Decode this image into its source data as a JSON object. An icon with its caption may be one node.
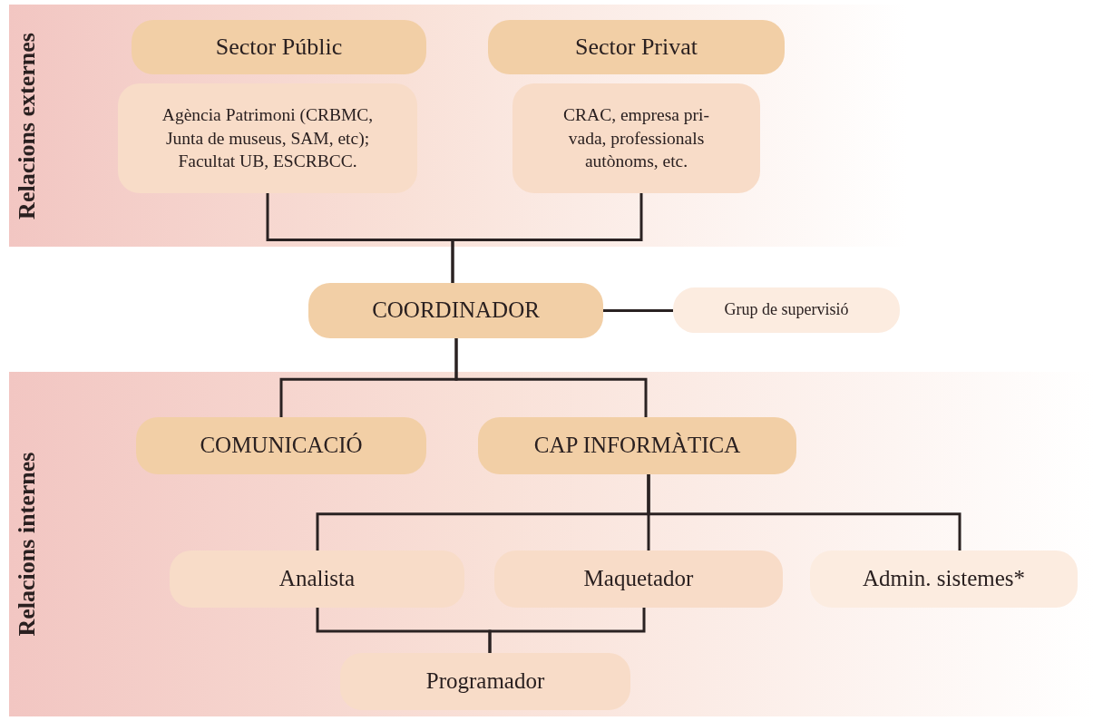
{
  "diagram": {
    "nodes": [
      {
        "text": [
          "Relacions externes"
        ]
      },
      {
        "text": [
          "Sector Públic"
        ],
        "in": 0
      },
      {
        "text": [
          "Agència Patrimoni (CRBMC, Junta de museus, SAM, etc); Facultat UB, ESCRBCC."
        ],
        "in": 0
      },
      {
        "text": [
          "Sector Privat"
        ],
        "in": 0
      },
      {
        "text": [
          "CRAC, empresa pri- vada, professionals autònoms, etc."
        ],
        "in": 0
      },
      {
        "text": [
          "COORDINADOR"
        ]
      },
      {
        "text": [
          "Grup de supervisió"
        ]
      },
      {
        "text": [
          "Relacions internes"
        ]
      },
      {
        "text": [
          "COMUNICACIÓ"
        ],
        "in": 7
      },
      {
        "text": [
          "CAP INFORMÀTICA"
        ],
        "in": 7
      },
      {
        "text": [
          "Analista"
        ],
        "in": 7
      },
      {
        "text": [
          "Maquetador"
        ],
        "in": 7
      },
      {
        "text": [
          "Admin. sistemes*"
        ],
        "in": 7
      },
      {
        "text": [
          "Programador"
        ],
        "in": 7
      }
    ],
    "edges": [
      {
        "from": 2,
        "to": 5,
        "arrow": "none"
      },
      {
        "from": 4,
        "to": 5,
        "arrow": "none"
      },
      {
        "from": 5,
        "to": 6,
        "arrow": "none"
      },
      {
        "from": 5,
        "to": 8,
        "arrow": "none"
      },
      {
        "from": 5,
        "to": 9,
        "arrow": "none"
      },
      {
        "from": 9,
        "to": 10,
        "arrow": "none"
      },
      {
        "from": 9,
        "to": 11,
        "arrow": "none"
      },
      {
        "from": 9,
        "to": 12,
        "arrow": "none"
      },
      {
        "from": 10,
        "to": 13,
        "arrow": "none"
      },
      {
        "from": 11,
        "to": 13,
        "arrow": "none"
      }
    ]
  }
}
